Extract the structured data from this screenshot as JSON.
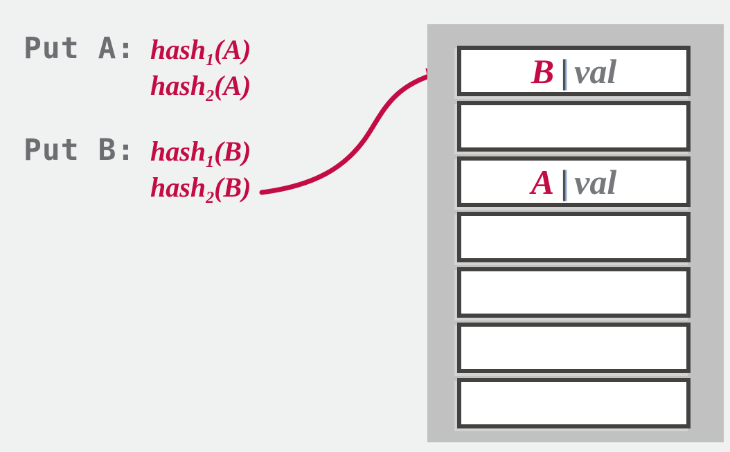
{
  "operations": [
    {
      "label": "Put A:",
      "hashes": [
        {
          "fn": "hash",
          "sub": "1",
          "arg": "(A)"
        },
        {
          "fn": "hash",
          "sub": "2",
          "arg": "(A)"
        }
      ]
    },
    {
      "label": "Put B:",
      "hashes": [
        {
          "fn": "hash",
          "sub": "1",
          "arg": "(B)"
        },
        {
          "fn": "hash",
          "sub": "2",
          "arg": "(B)"
        }
      ]
    }
  ],
  "hash_table": {
    "slots": [
      {
        "key": "B",
        "sep": "|",
        "value": "val"
      },
      {
        "key": "",
        "sep": "",
        "value": ""
      },
      {
        "key": "A",
        "sep": "|",
        "value": "val"
      },
      {
        "key": "",
        "sep": "",
        "value": ""
      },
      {
        "key": "",
        "sep": "",
        "value": ""
      },
      {
        "key": "",
        "sep": "",
        "value": ""
      },
      {
        "key": "",
        "sep": "",
        "value": ""
      }
    ]
  },
  "arrow": {
    "from": "hash2(B)",
    "to": "slot-0"
  },
  "colors": {
    "accent_crimson": "#c30b44",
    "label_gray": "#6d6e71",
    "value_gray": "#76787b",
    "separator_dark": "#4d5055",
    "separator_blue_edge": "#a9c2dc",
    "table_background": "#c1c1c1",
    "cell_border": "#434240",
    "cell_fill": "#ffffff",
    "page_background": "#f0f1f1"
  }
}
